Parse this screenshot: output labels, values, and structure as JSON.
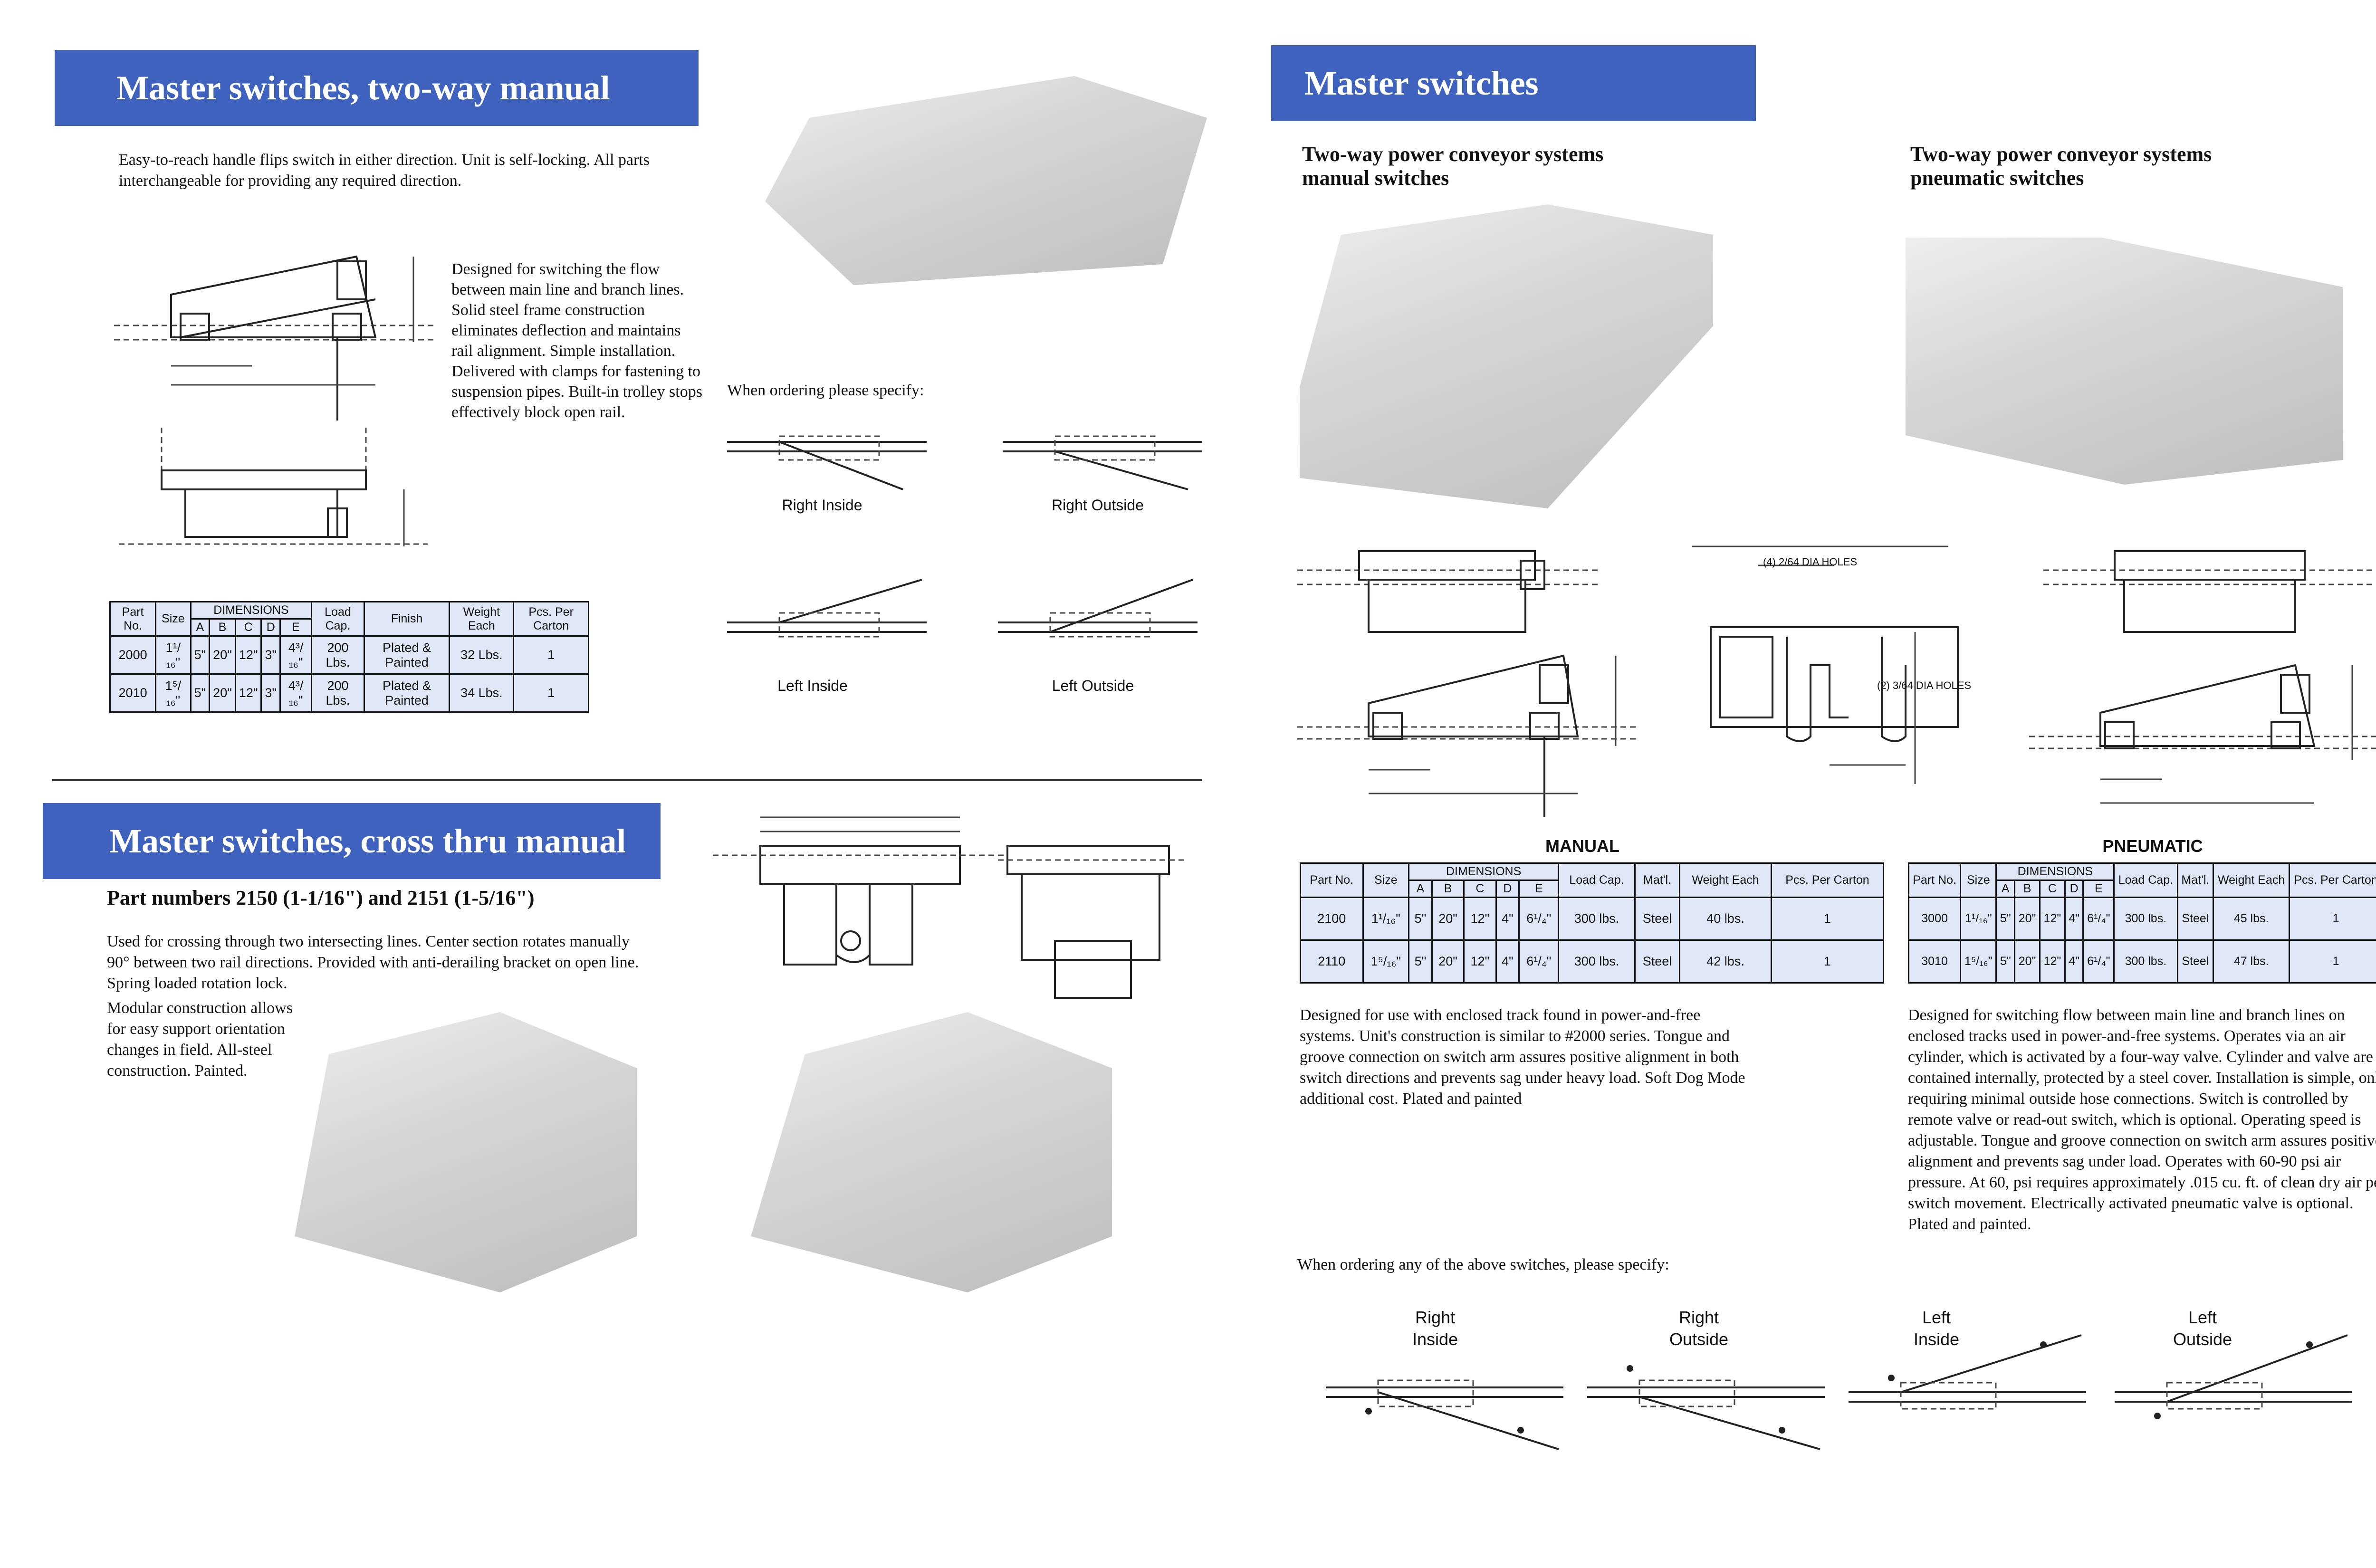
{
  "left": {
    "two_way": {
      "title": "Master switches, two-way manual",
      "intro": "Easy-to-reach handle flips switch in either direction. Unit is self-locking. All parts interchangeable for providing any required direction.",
      "description": "Designed for switching the flow between main line and branch lines. Solid steel frame construction eliminates deflection and maintains rail alignment. Simple installation. Delivered with clamps for fastening to suspension pipes. Built-in trolley stops effectively block open rail.",
      "ordering_label": "When ordering please specify:",
      "direction_labels": [
        "Right Inside",
        "Right Outside",
        "Left Inside",
        "Left Outside"
      ],
      "table": {
        "headers": {
          "part": "Part No.",
          "size": "Size",
          "dimensions": "DIMENSIONS",
          "dims": [
            "A",
            "B",
            "C",
            "D",
            "E"
          ],
          "load": "Load Cap.",
          "finish": "Finish",
          "weight": "Weight Each",
          "pcs": "Pcs. Per Carton"
        },
        "rows": [
          {
            "part": "2000",
            "size": "1¹/₁₆\"",
            "a": "5\"",
            "b": "20\"",
            "c": "12\"",
            "d": "3\"",
            "e": "4³/₁₆\"",
            "load": "200 Lbs.",
            "finish": "Plated & Painted",
            "weight": "32 Lbs.",
            "pcs": "1"
          },
          {
            "part": "2010",
            "size": "1⁵/₁₆\"",
            "a": "5\"",
            "b": "20\"",
            "c": "12\"",
            "d": "3\"",
            "e": "4³/₁₆\"",
            "load": "200 Lbs.",
            "finish": "Plated & Painted",
            "weight": "34 Lbs.",
            "pcs": "1"
          }
        ]
      }
    },
    "cross_thru": {
      "title": "Master switches, cross thru manual",
      "part_numbers": "Part numbers 2150 (1-1/16\") and 2151 (1-5/16\")",
      "intro": "Used for crossing through two intersecting lines. Center section rotates manually 90° between two rail directions. Provided with anti-derailing bracket on open line. Spring loaded rotation lock.",
      "modular": "Modular construction allows for easy support orientation changes in field. All-steel construction. Painted."
    }
  },
  "right": {
    "title": "Master switches",
    "manual_heading": "Two-way power conveyor systems manual switches",
    "pneumatic_heading": "Two-way power conveyor systems pneumatic switches",
    "manual_label": "MANUAL",
    "pneumatic_label": "PNEUMATIC",
    "manual_table": {
      "headers": {
        "part": "Part No.",
        "size": "Size",
        "dimensions": "DIMENSIONS",
        "dims": [
          "A",
          "B",
          "C",
          "D",
          "E"
        ],
        "load": "Load Cap.",
        "mat": "Mat'l.",
        "weight": "Weight Each",
        "pcs": "Pcs. Per Carton"
      },
      "rows": [
        {
          "part": "2100",
          "size": "1¹/₁₆\"",
          "a": "5\"",
          "b": "20\"",
          "c": "12\"",
          "d": "4\"",
          "e": "6¹/₄\"",
          "load": "300 lbs.",
          "mat": "Steel",
          "weight": "40 lbs.",
          "pcs": "1"
        },
        {
          "part": "2110",
          "size": "1⁵/₁₆\"",
          "a": "5\"",
          "b": "20\"",
          "c": "12\"",
          "d": "4\"",
          "e": "6¹/₄\"",
          "load": "300 lbs.",
          "mat": "Steel",
          "weight": "42 lbs.",
          "pcs": "1"
        }
      ]
    },
    "pneumatic_table": {
      "headers": {
        "part": "Part No.",
        "size": "Size",
        "dimensions": "DIMENSIONS",
        "dims": [
          "A",
          "B",
          "C",
          "D",
          "E"
        ],
        "load": "Load Cap.",
        "mat": "Mat'l.",
        "weight": "Weight Each",
        "pcs": "Pcs. Per Carton"
      },
      "rows": [
        {
          "part": "3000",
          "size": "1¹/₁₆\"",
          "a": "5\"",
          "b": "20\"",
          "c": "12\"",
          "d": "4\"",
          "e": "6¹/₄\"",
          "load": "300 lbs.",
          "mat": "Steel",
          "weight": "45 lbs.",
          "pcs": "1"
        },
        {
          "part": "3010",
          "size": "1⁵/₁₆\"",
          "a": "5\"",
          "b": "20\"",
          "c": "12\"",
          "d": "4\"",
          "e": "6¹/₄\"",
          "load": "300 lbs.",
          "mat": "Steel",
          "weight": "47 lbs.",
          "pcs": "1"
        }
      ]
    },
    "manual_desc": "Designed for use with enclosed track found in power-and-free systems. Unit's construction is similar to #2000 series. Tongue and groove connection on switch arm assures positive alignment in both switch directions and prevents sag under heavy load. Soft Dog Mode additional cost. Plated and painted",
    "pneumatic_desc": "Designed for switching flow between main line and branch lines on enclosed tracks used in power-and-free systems. Operates via an air cylinder, which is activated by a four-way valve. Cylinder and valve are contained internally, protected by a steel cover. Installation is simple, only requiring minimal outside hose connections. Switch is controlled by remote valve or read-out switch, which is optional. Operating speed is adjustable. Tongue and groove connection on switch arm assures positive alignment and prevents sag under load. Operates with 60-90 psi air pressure. At 60, psi requires approximately .015 cu. ft. of clean dry air per switch movement. Electrically activated pneumatic valve is optional. Plated and painted.",
    "ordering_label": "When ordering any of the above switches, please specify:",
    "direction_labels": [
      "Right Inside",
      "Right Outside",
      "Left Inside",
      "Left Outside"
    ],
    "dia_holes_1": "(4) 2/64 DIA HOLES",
    "dia_holes_2": "(2) 3/64 DIA HOLES"
  },
  "colors": {
    "banner": "#3f62bf",
    "table_fill": "#dfe6f6"
  }
}
